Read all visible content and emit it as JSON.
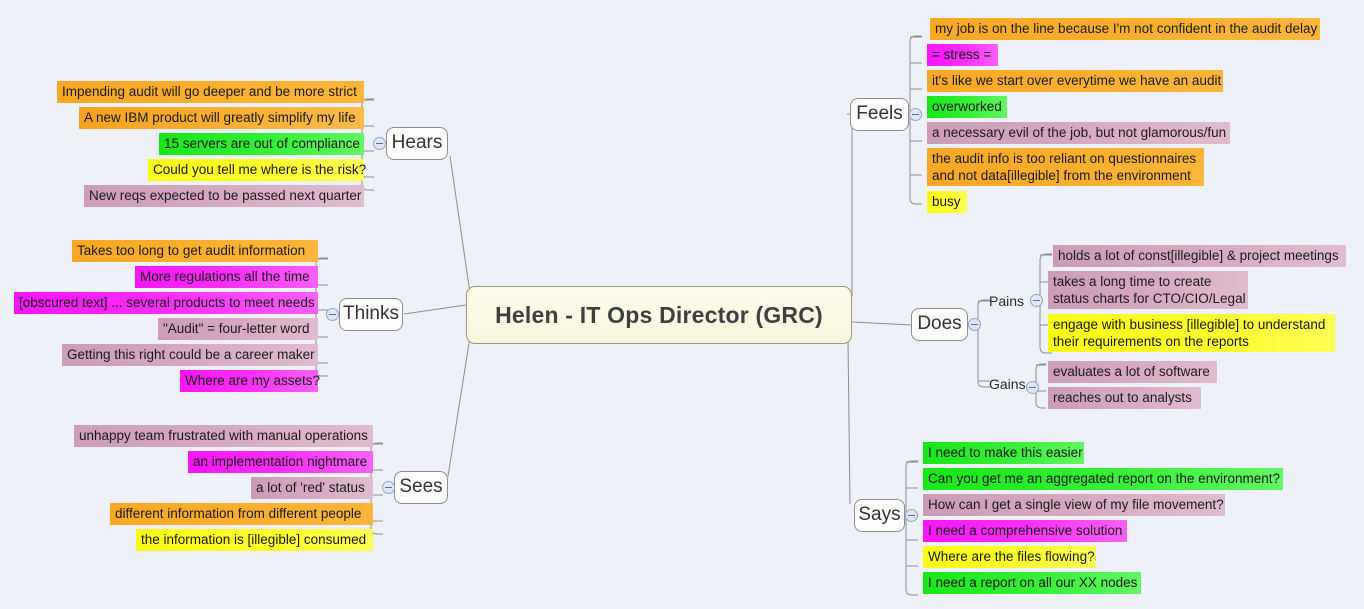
{
  "diagram": {
    "type": "mind-map",
    "title": "Helen - IT Ops Director (GRC)",
    "background_color": "#eef1f7",
    "central_node": {
      "label": "Helen - IT Ops Director (GRC)",
      "fill": "#fafae4",
      "border": "#9a9a86"
    },
    "palette": {
      "orange": "#fbb136",
      "green": "#37ef37",
      "yellow": "#fdfd2e",
      "mauve": "#d6a9c0",
      "magenta": "#f92ef9",
      "toggle": "#dfe6f5",
      "connector": "#8d8d8d"
    },
    "branches": [
      {
        "id": "hears",
        "label": "Hears",
        "side": "left",
        "items": [
          {
            "text": "Impending audit will go deeper and be more strict",
            "color": "orange"
          },
          {
            "text": "A new IBM product will greatly simplify my life",
            "color": "orange"
          },
          {
            "text": "15 servers are out of compliance",
            "color": "green"
          },
          {
            "text": "Could you tell me where is the risk?",
            "color": "yellow"
          },
          {
            "text": "New reqs expected to be passed next quarter",
            "color": "mauve"
          }
        ]
      },
      {
        "id": "thinks",
        "label": "Thinks",
        "side": "left",
        "items": [
          {
            "text": "Takes too long to get audit information",
            "color": "orange"
          },
          {
            "text": "More regulations all the time",
            "color": "magenta"
          },
          {
            "text": "[obscured text] ... several products to meet needs",
            "color": "magenta"
          },
          {
            "text": "\"Audit\" = four-letter word",
            "color": "mauve"
          },
          {
            "text": "Getting this right could be a career maker",
            "color": "mauve"
          },
          {
            "text": "Where are my assets?",
            "color": "magenta"
          }
        ]
      },
      {
        "id": "sees",
        "label": "Sees",
        "side": "left",
        "items": [
          {
            "text": "unhappy team frustrated with manual operations",
            "color": "mauve"
          },
          {
            "text": "an implementation nightmare",
            "color": "magenta"
          },
          {
            "text": "a lot of 'red' status",
            "color": "mauve"
          },
          {
            "text": "different information from different people",
            "color": "orange"
          },
          {
            "text": "the information is [illegible] consumed",
            "color": "yellow"
          }
        ]
      },
      {
        "id": "feels",
        "label": "Feels",
        "side": "right",
        "items": [
          {
            "text": "my job is on the line because I'm not confident in the audit delay",
            "color": "orange"
          },
          {
            "text": "= stress =",
            "color": "magenta"
          },
          {
            "text": "it's like we start over everytime we have an audit",
            "color": "orange"
          },
          {
            "text": "overworked",
            "color": "green"
          },
          {
            "text": "a necessary evil of the job, but not glamorous/fun",
            "color": "mauve"
          },
          {
            "text": "the audit info is too reliant on questionnaires\nand not data[illegible] from the environment",
            "color": "orange"
          },
          {
            "text": "busy",
            "color": "yellow"
          }
        ]
      },
      {
        "id": "does",
        "label": "Does",
        "side": "right",
        "subgroups": [
          {
            "id": "pains",
            "label": "Pains",
            "items": [
              {
                "text": "holds a lot of const[illegible] & project meetings",
                "color": "mauve"
              },
              {
                "text": "takes a long time to create\nstatus charts for CTO/CIO/Legal",
                "color": "mauve"
              },
              {
                "text": "engage with business [illegible] to understand\ntheir requirements on the reports",
                "color": "yellow"
              }
            ]
          },
          {
            "id": "gains",
            "label": "Gains",
            "items": [
              {
                "text": "evaluates a lot of software",
                "color": "mauve"
              },
              {
                "text": "reaches out to analysts",
                "color": "mauve"
              }
            ]
          }
        ]
      },
      {
        "id": "says",
        "label": "Says",
        "side": "right",
        "items": [
          {
            "text": "I need to make this easier",
            "color": "green"
          },
          {
            "text": "Can you get me an aggregated report on the environment?",
            "color": "green"
          },
          {
            "text": "How can I get a single view of my file movement?",
            "color": "mauve"
          },
          {
            "text": "I need a comprehensive solution",
            "color": "magenta"
          },
          {
            "text": "Where are the files flowing?",
            "color": "yellow"
          },
          {
            "text": "I need a report on all our XX nodes",
            "color": "green"
          }
        ]
      }
    ]
  }
}
